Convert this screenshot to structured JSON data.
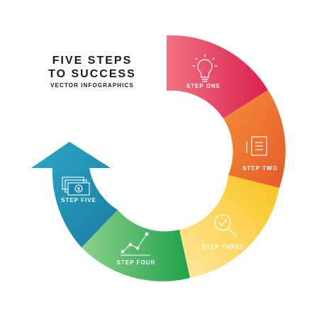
{
  "title": {
    "line1": "FIVE STEPS",
    "line2": "TO SUCCESS",
    "subtitle": "VECTOR INFOGRAPHICS"
  },
  "steps": [
    {
      "label": "STEP ONE",
      "icon": "lightbulb-icon",
      "color_light": "#f2727f",
      "color_dark": "#d91f4f"
    },
    {
      "label": "STEP TWO",
      "icon": "document-icon",
      "color_light": "#f58f3a",
      "color_dark": "#e45a27"
    },
    {
      "label": "STEP THREE",
      "icon": "magnifier-icon",
      "color_light": "#ffe9a0",
      "color_dark": "#f9c21a"
    },
    {
      "label": "STEP FOUR",
      "icon": "chart-icon",
      "color_light": "#8dd08d",
      "color_dark": "#1fa24a"
    },
    {
      "label": "STEP FIVE",
      "icon": "money-icon",
      "color_light": "#2aa8c8",
      "color_dark": "#1b7ca0"
    }
  ]
}
